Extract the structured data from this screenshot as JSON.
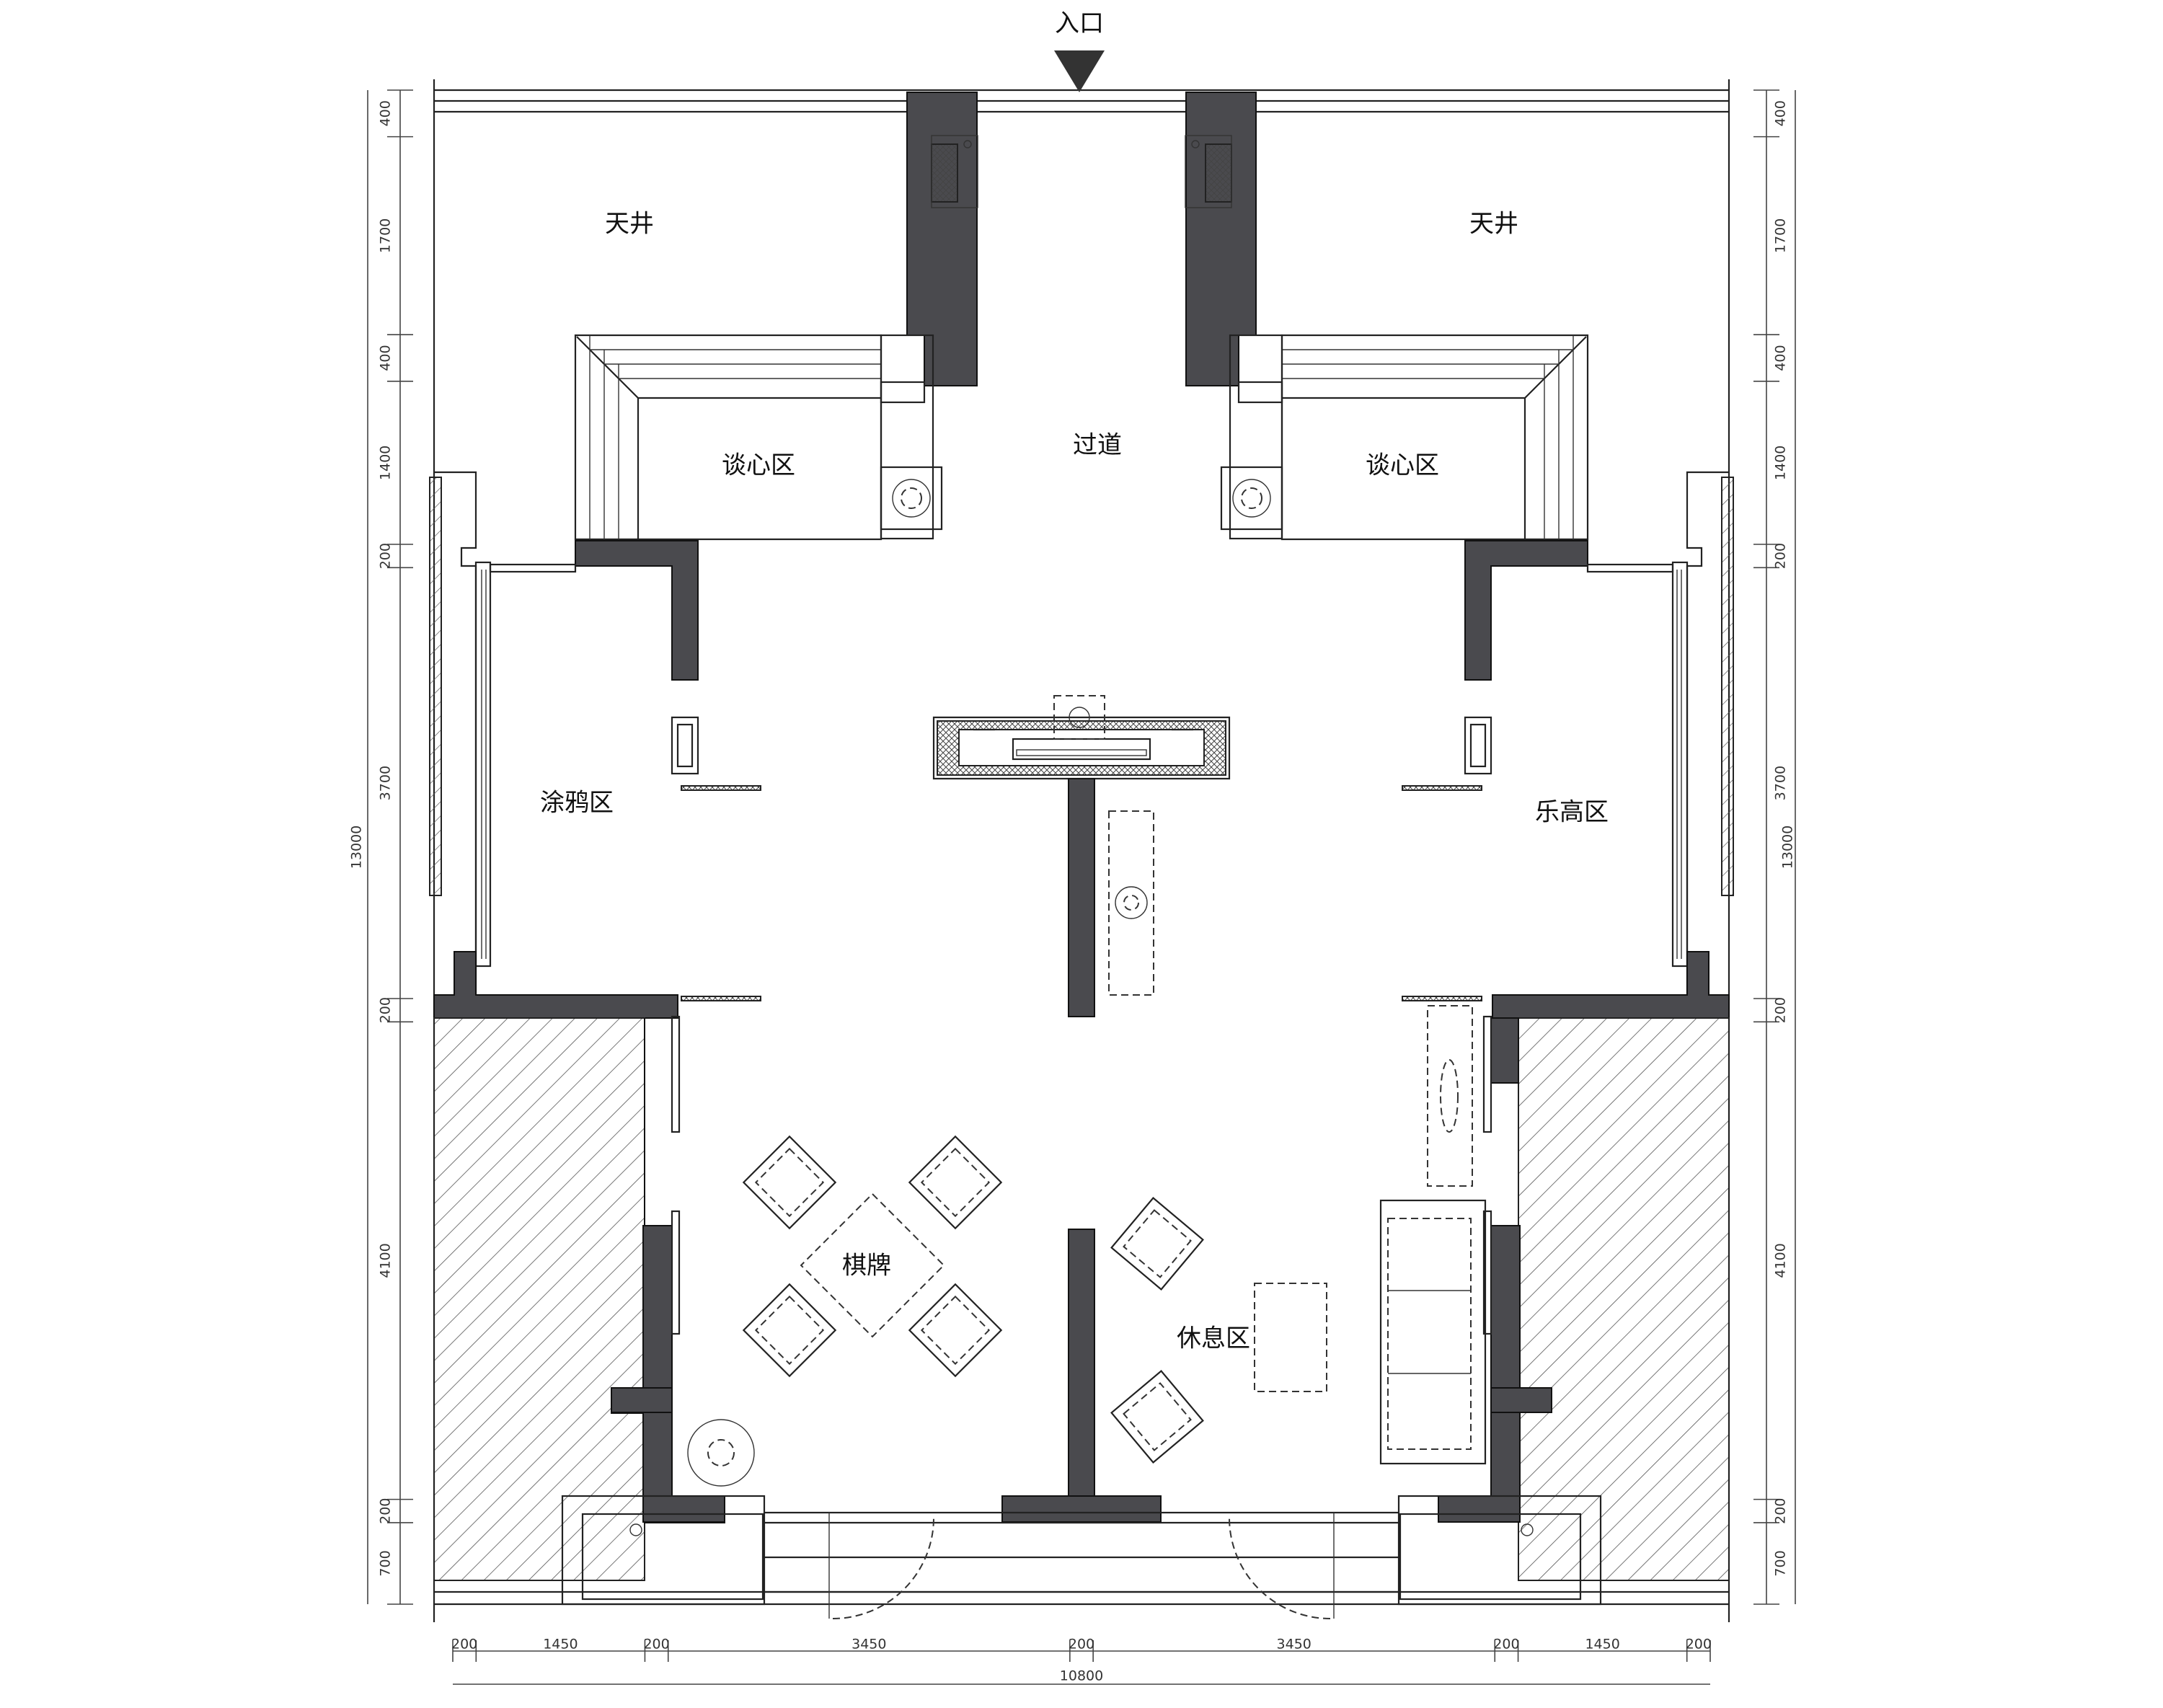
{
  "entrance": {
    "label": "入口"
  },
  "rooms": {
    "courtyard_left": "天井",
    "courtyard_right": "天井",
    "chat_left": "谈心区",
    "chat_right": "谈心区",
    "corridor": "过道",
    "graffiti": "涂鸦区",
    "lego": "乐高区",
    "chess": "棋牌",
    "rest": "休息区"
  },
  "dimensions": {
    "left": [
      "400",
      "1700",
      "400",
      "1400",
      "200",
      "3700",
      "200",
      "4100",
      "200",
      "700"
    ],
    "left_total": "13000",
    "right": [
      "400",
      "1700",
      "400",
      "1400",
      "200",
      "3700",
      "200",
      "4100",
      "200",
      "700"
    ],
    "right_total": "13000",
    "bottom": [
      "200",
      "1450",
      "200",
      "3450",
      "200",
      "3450",
      "200",
      "1450",
      "200"
    ],
    "bottom_total": "10800"
  },
  "colors": {
    "wall": "#4a4a4e",
    "line": "#222222",
    "background": "#ffffff"
  }
}
